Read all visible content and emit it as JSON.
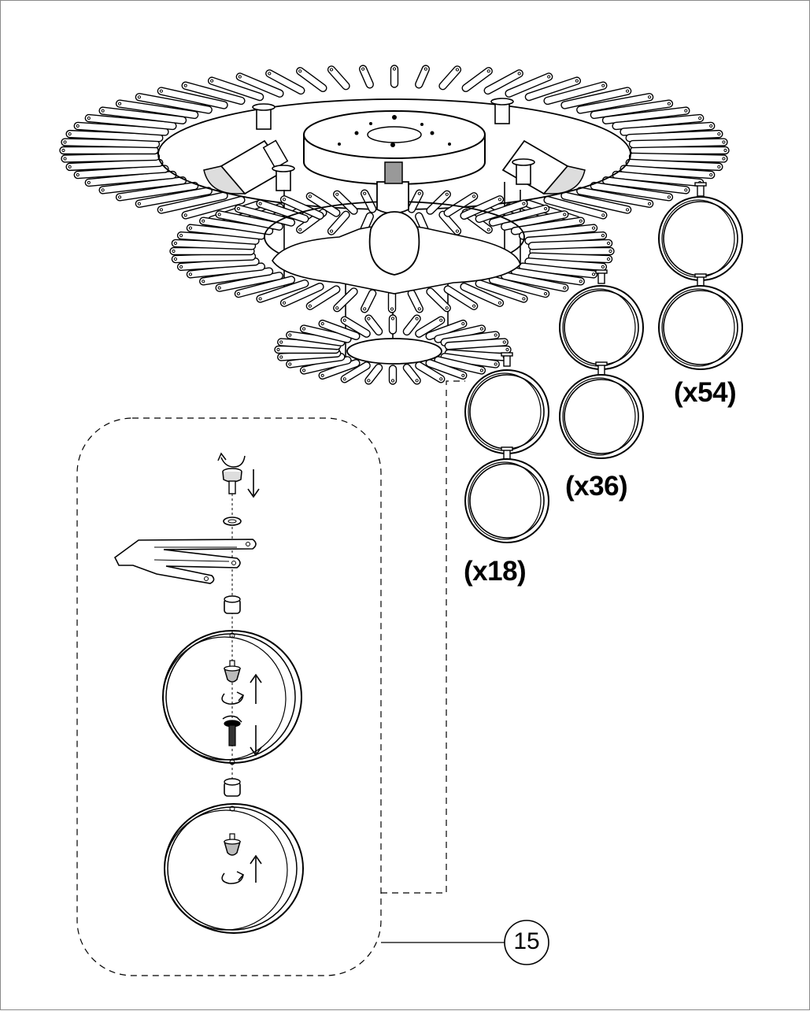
{
  "step": {
    "number": "15"
  },
  "quantities": {
    "ring_column_short": "(x18)",
    "ring_column_medium": "(x36)",
    "ring_column_long": "(x54)"
  },
  "colors": {
    "line": "#000000",
    "frame": "#8a8a8a",
    "background": "#ffffff"
  },
  "icons": [
    "rotate-arrow-icon",
    "down-arrow-icon",
    "up-arrow-icon"
  ]
}
